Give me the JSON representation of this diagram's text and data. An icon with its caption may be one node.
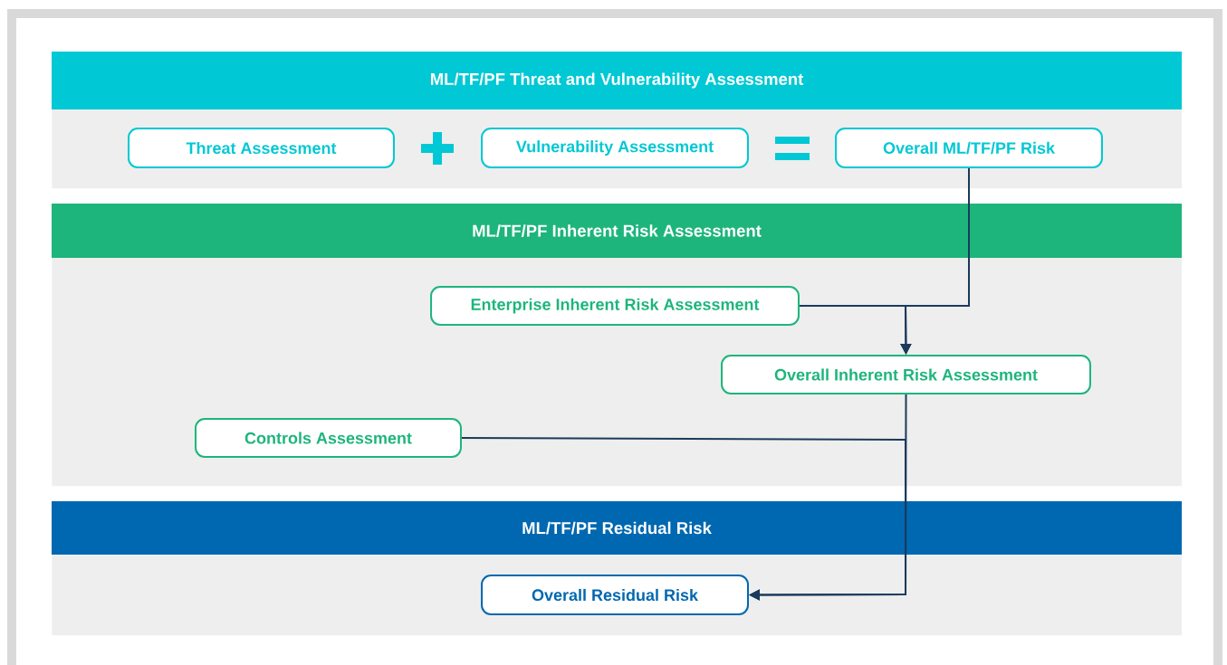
{
  "diagram": {
    "nodes": [
      {
        "text": [
          "ML/TF/PF Threat and Vulnerability Assessment"
        ]
      },
      {
        "text": [
          "Threat Assessment"
        ],
        "in": 0
      },
      {
        "text": [
          "Vulnerability Assessment"
        ],
        "in": 0
      },
      {
        "text": [
          "Overall ML/TF/PF Risk"
        ],
        "in": 0
      },
      {
        "text": [
          "ML/TF/PF Inherent Risk Assessment"
        ]
      },
      {
        "text": [
          "Enterprise Inherent Risk Assessment"
        ],
        "in": 4
      },
      {
        "text": [
          "Overall Inherent Risk Assessment"
        ],
        "in": 4
      },
      {
        "text": [
          "Controls Assessment"
        ],
        "in": 4
      },
      {
        "text": [
          "ML/TF/PF Residual Risk"
        ]
      },
      {
        "text": [
          "Overall Residual Risk"
        ],
        "in": 8
      }
    ],
    "edges": [
      {
        "from": 3,
        "to": 6,
        "arrow": "to"
      },
      {
        "from": 5,
        "to": 6,
        "arrow": "to"
      },
      {
        "from": 6,
        "to": 9,
        "arrow": "to"
      },
      {
        "from": 7,
        "to": 9,
        "arrow": "to"
      }
    ]
  }
}
